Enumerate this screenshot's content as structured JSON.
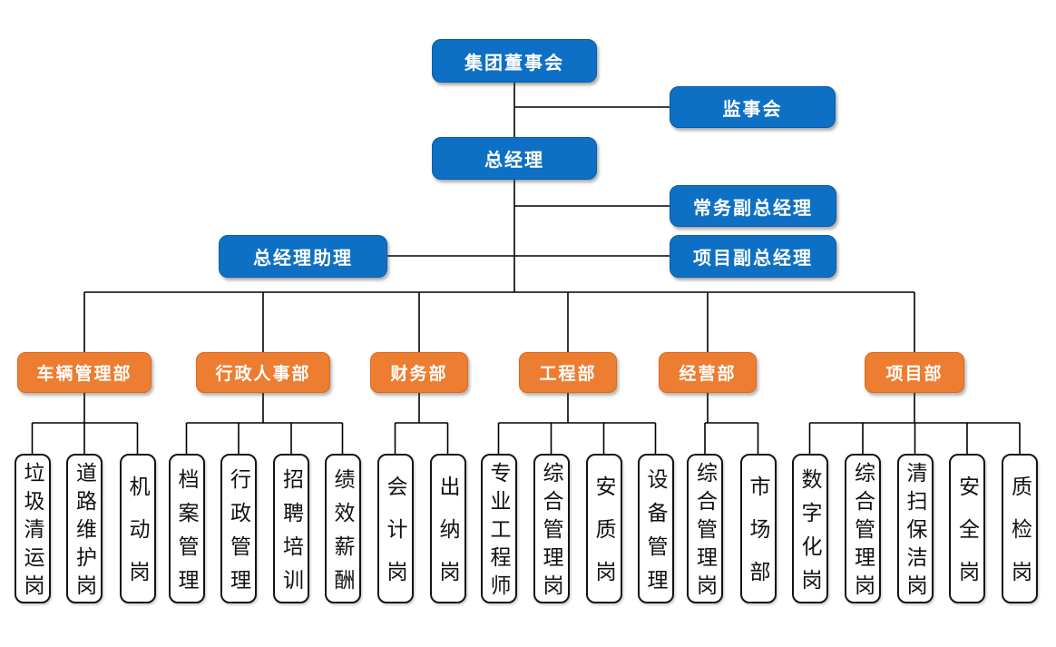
{
  "org": {
    "top": {
      "board": "集团董事会",
      "supervisory": "监事会",
      "general_manager": "总经理",
      "executive_deputy_gm": "常务副总经理",
      "gm_assistant": "总经理助理",
      "project_deputy_gm": "项目副总经理"
    },
    "departments": [
      {
        "label": "车辆管理部",
        "positions": [
          "垃圾清运岗",
          "道路维护岗",
          "机动岗"
        ]
      },
      {
        "label": "行政人事部",
        "positions": [
          "档案管理",
          "行政管理",
          "招聘培训",
          "绩效薪酬"
        ]
      },
      {
        "label": "财务部",
        "positions": [
          "会计岗",
          "出纳岗"
        ]
      },
      {
        "label": "工程部",
        "positions": [
          "专业工程师",
          "综合管理岗",
          "安质岗",
          "设备管理"
        ]
      },
      {
        "label": "经营部",
        "positions": [
          "综合管理岗",
          "市场部"
        ]
      },
      {
        "label": "项目部",
        "positions": [
          "数字化岗",
          "综合管理岗",
          "清扫保洁岗",
          "安全岗",
          "质检岗"
        ]
      }
    ],
    "colors": {
      "node_blue": "#0D70C4",
      "node_orange": "#ED7D31",
      "leaf_border": "#141414",
      "connector": "#000000"
    }
  }
}
